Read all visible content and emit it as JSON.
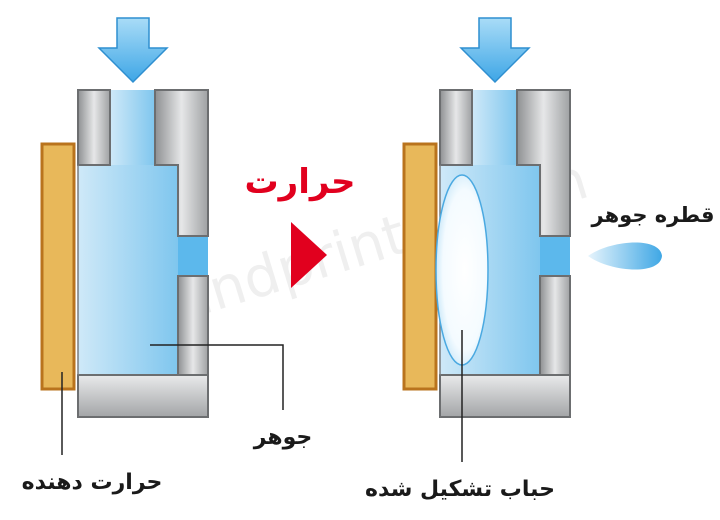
{
  "labels": {
    "heat_title": "حرارت",
    "ink": "جوهر",
    "heater": "حرارت دهنده",
    "bubble": "حباب تشکیل شده",
    "ink_drop": "قطره جوهر",
    "watermark": "avandprinter.com"
  },
  "colors": {
    "heat_red": "#e1001e",
    "arrow_blue": "#5fb4ea",
    "ink_blue": "#8ccdf0",
    "heater_fill": "#e8b85a",
    "heater_stroke": "#b9731d",
    "wall_gray": "#c6c8ca",
    "wall_stroke": "#6c6e70"
  },
  "icons": [
    "down-arrow-icon",
    "red-triangle-arrow-icon",
    "ink-droplet-icon"
  ]
}
